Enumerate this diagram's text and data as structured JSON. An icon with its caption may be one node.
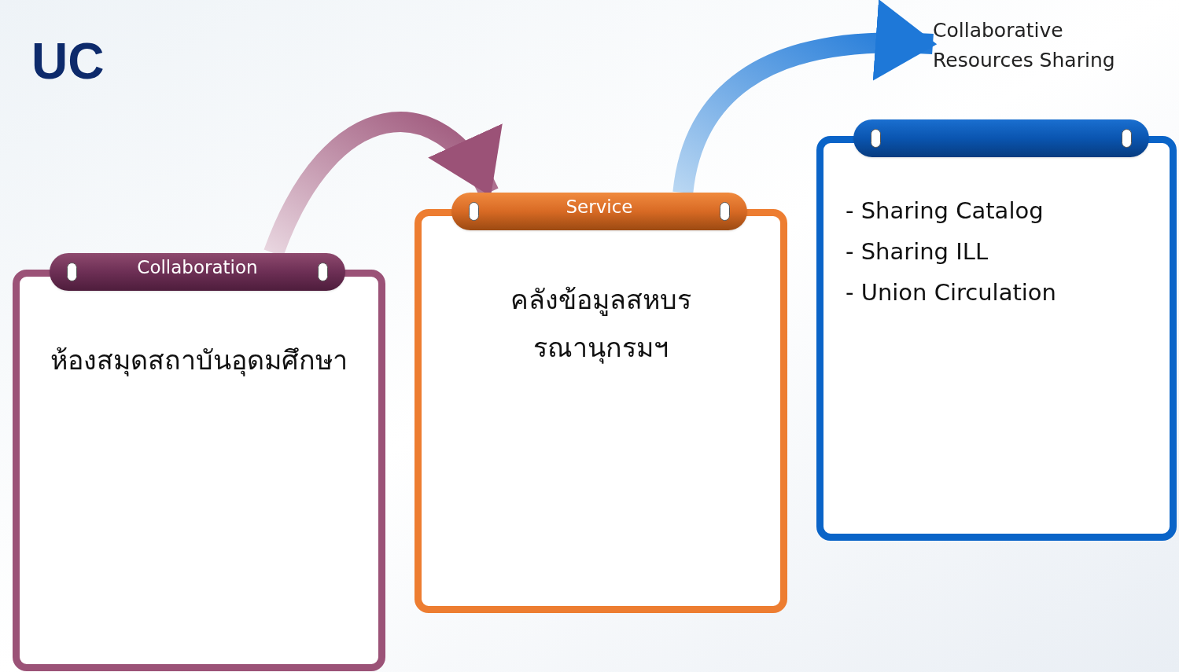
{
  "diagram": {
    "title": "UC",
    "nodes": [
      {
        "text": [
          "Collaboration",
          "ห้องสมุดสถาบันอุดมศึกษา"
        ]
      },
      {
        "text": [
          "Service",
          "คลังข้อมูลสหบรรณานุกรมฯ"
        ]
      },
      {
        "text": [
          "- Sharing Catalog",
          "- Sharing ILL",
          "- Union Circulation"
        ]
      },
      {
        "text": [
          "Collaborative Resources Sharing"
        ]
      }
    ],
    "edges": [
      {
        "from": 0,
        "to": 1,
        "arrow": "to"
      },
      {
        "from": 1,
        "to": 3,
        "arrow": "to"
      }
    ]
  }
}
